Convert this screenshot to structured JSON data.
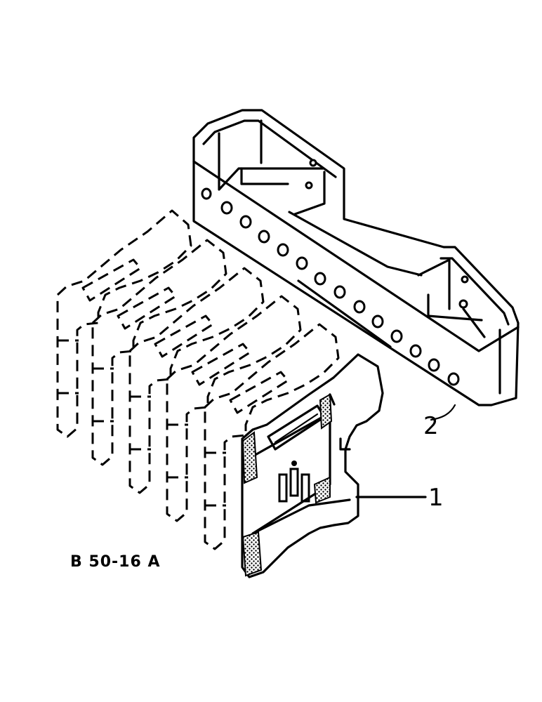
{
  "callouts": [
    {
      "id": "1",
      "label": "1"
    },
    {
      "id": "2",
      "label": "2"
    }
  ],
  "reference_code": "B 50-16 A",
  "colors": {
    "ink": "#000000",
    "paper": "#ffffff"
  }
}
